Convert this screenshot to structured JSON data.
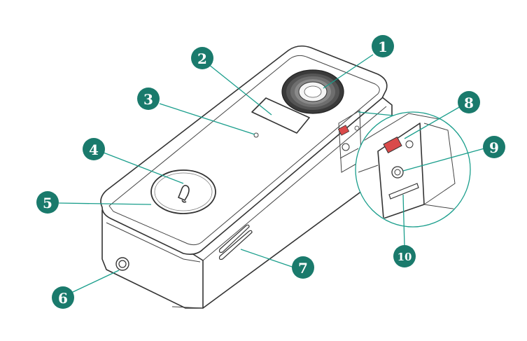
{
  "diagram": {
    "accent_color": "#1a7a6c",
    "leader_color": "#1a9e8c",
    "callouts": [
      {
        "label": "1"
      },
      {
        "label": "2"
      },
      {
        "label": "3"
      },
      {
        "label": "4"
      },
      {
        "label": "5"
      },
      {
        "label": "6"
      },
      {
        "label": "7"
      },
      {
        "label": "8"
      },
      {
        "label": "9"
      },
      {
        "label": "10"
      }
    ],
    "icons": {
      "button": "bell-icon"
    }
  }
}
